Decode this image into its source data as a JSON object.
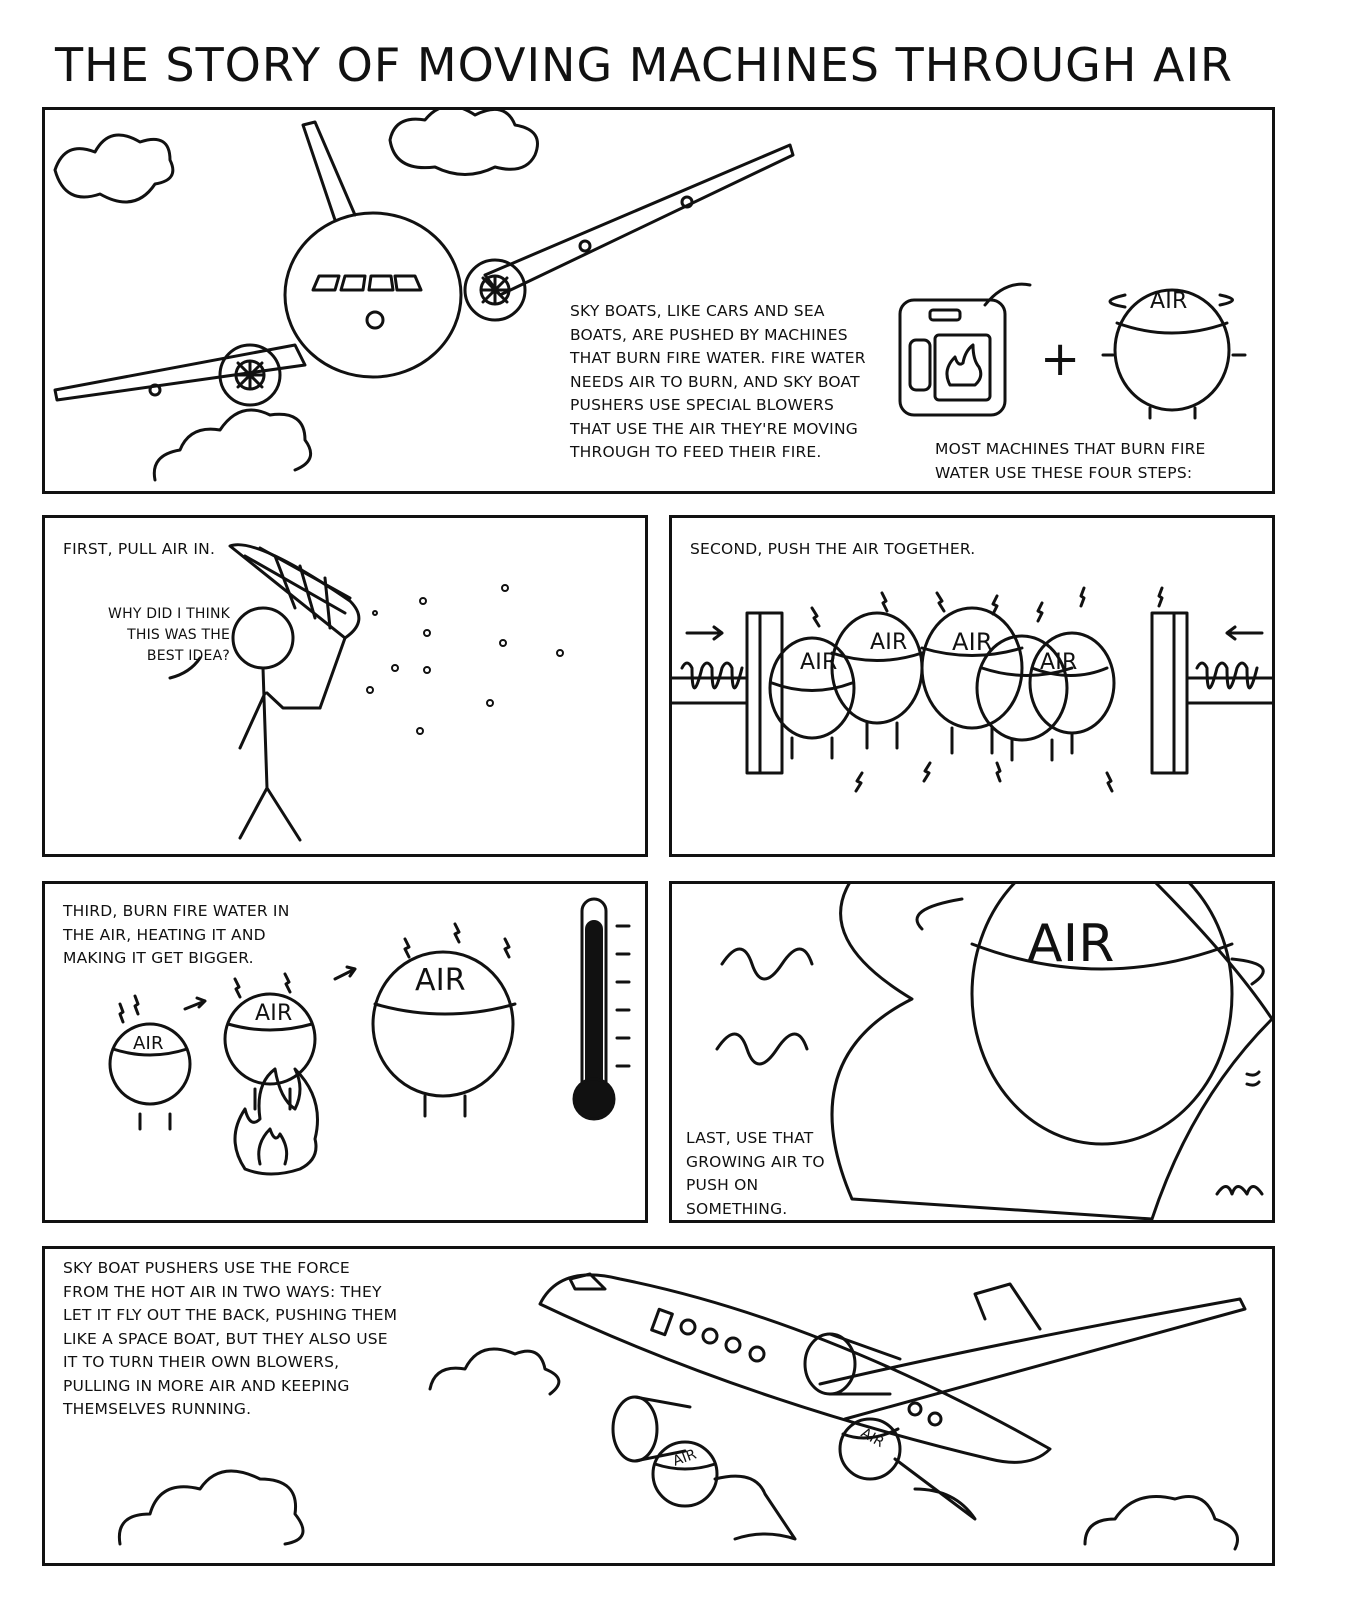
{
  "page": {
    "title": "THE STORY OF MOVING MACHINES THROUGH AIR"
  },
  "panel1": {
    "caption": "SKY BOATS, LIKE CARS AND SEA BOATS, ARE PUSHED BY MACHINES THAT BURN FIRE WATER. FIRE WATER NEEDS AIR TO BURN, AND SKY BOAT PUSHERS USE SPECIAL BLOWERS THAT USE THE AIR THEY'RE MOVING THROUGH TO FEED THEIR FIRE.",
    "air_label": "AIR",
    "plus": "+",
    "steps_caption": "MOST MACHINES THAT BURN FIRE WATER USE THESE FOUR STEPS:"
  },
  "panel2": {
    "caption": "FIRST, PULL AIR IN.",
    "speech": "WHY DID I THINK\nTHIS WAS THE\nBEST IDEA?"
  },
  "panel3": {
    "caption": "SECOND, PUSH THE AIR TOGETHER.",
    "air_label": "AIR"
  },
  "panel4": {
    "caption": "THIRD, BURN FIRE WATER IN THE AIR, HEATING IT AND MAKING IT GET BIGGER.",
    "air_label": "AIR"
  },
  "panel5": {
    "caption": "LAST, USE THAT GROWING AIR TO PUSH ON SOMETHING.",
    "air_label": "AIR"
  },
  "panel6": {
    "caption": "SKY BOAT PUSHERS USE THE FORCE FROM THE HOT AIR IN TWO WAYS: THEY LET IT FLY OUT THE BACK, PUSHING THEM LIKE A SPACE BOAT, BUT THEY ALSO USE IT TO TURN THEIR OWN BLOWERS, PULLING IN MORE AIR AND KEEPING THEMSELVES RUNNING.",
    "air_label": "AIR"
  }
}
